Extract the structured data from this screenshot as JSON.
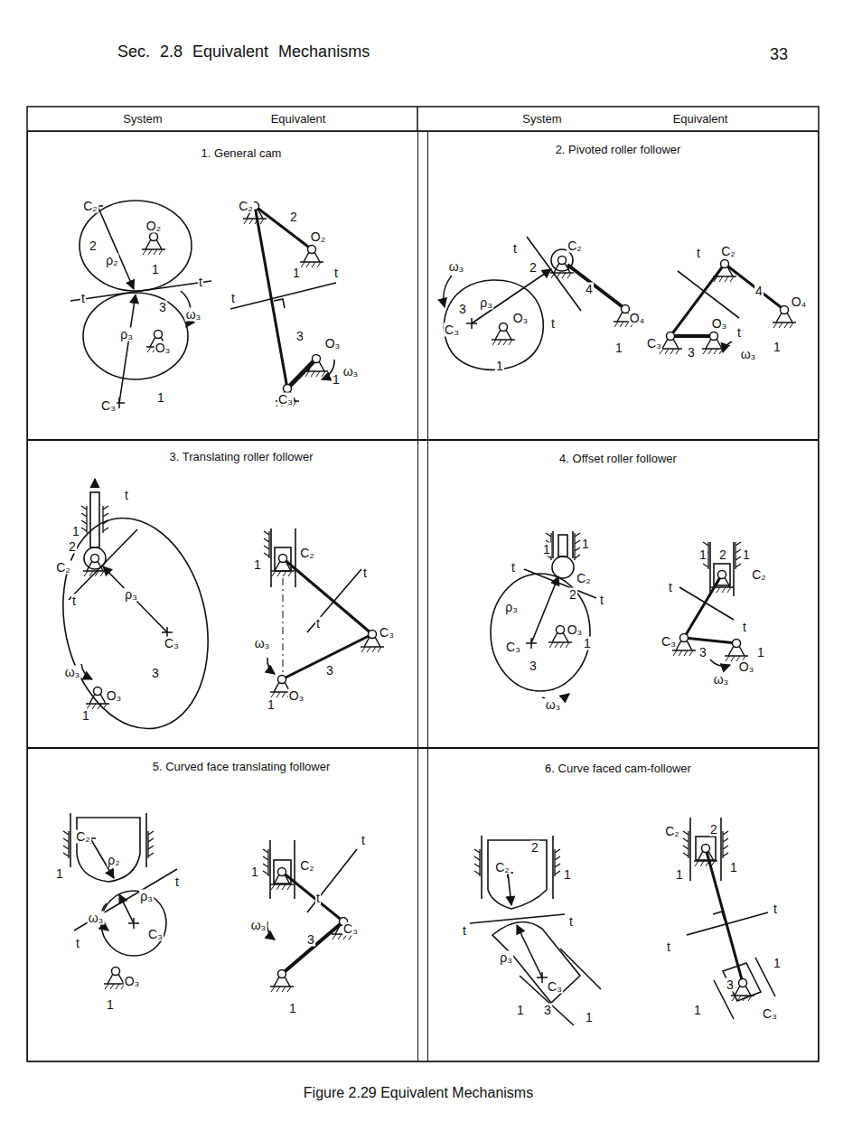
{
  "diagram": {
    "title": "Sec. 2.8 Equivalent Mechanisms",
    "caption": "Figure 2.29 Equivalent Mechanisms",
    "nodes": [
      {
        "text": [
          "1. General cam"
        ]
      },
      {
        "text": [
          "2. Pivoted roller follower"
        ]
      },
      {
        "text": [
          "3. Translating roller follower"
        ]
      },
      {
        "text": [
          "4. Offset roller follower"
        ]
      },
      {
        "text": [
          "5. Curved face translating follower"
        ]
      },
      {
        "text": [
          "6. Curve faced cam-follower"
        ]
      }
    ],
    "labels": [
      "33",
      "System",
      "Equivalent",
      "System",
      "Equivalent",
      "C₂",
      "2",
      "O₂",
      "ρ₂",
      "1",
      "t",
      "t",
      "3",
      "ω₃",
      "ρ₃",
      "O₃",
      "C₃",
      "1",
      "C₂",
      "2",
      "O₂",
      "1",
      "t",
      "t",
      "3",
      "O₃",
      "1",
      "ω₃",
      "C₃",
      "ω₃",
      "t",
      "2",
      "C₂",
      "4",
      "O₄",
      "t",
      "ρ₃",
      "3",
      "C₃",
      "O₃",
      "1",
      "1",
      "t",
      "C₂",
      "4",
      "O₄",
      "C₃",
      "O₃",
      "3",
      "t",
      "ω₃",
      "1",
      "t",
      "1",
      "2",
      "C₂",
      "t",
      "ρ₃",
      "C₃",
      "ω₃",
      "3",
      "O₃",
      "1",
      "1",
      "C₂",
      "t",
      "t",
      "C₃",
      "ω₃",
      "3",
      "1",
      "O₃",
      "1",
      "1",
      "C₂",
      "t",
      "2",
      "t",
      "ρ₃",
      "O₃",
      "C₃",
      "3",
      "1",
      "ω₃",
      "1",
      "2",
      "1",
      "C₂",
      "t",
      "t",
      "C₃",
      "3",
      "ω₃",
      "1",
      "O₃",
      "1",
      "C₂",
      "ρ₂",
      "t",
      "ρ₃",
      "t",
      "ω₃",
      "C₃",
      "O₃",
      "1",
      "1",
      "C₂",
      "t",
      "t",
      "ω₃",
      "3",
      "C₃",
      "1",
      "2",
      "C₂",
      "1",
      "t",
      "t",
      "ρ₃",
      "C₃",
      "1",
      "3",
      "1",
      "C₂",
      "2",
      "1",
      "1",
      "t",
      "t",
      "1",
      "1",
      "3",
      "C₃"
    ]
  }
}
